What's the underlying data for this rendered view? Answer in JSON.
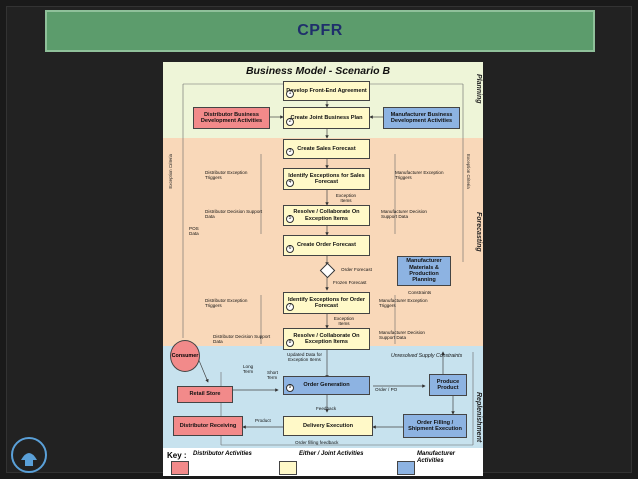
{
  "slide": {
    "title": "CPFR"
  },
  "diagram": {
    "title": "Business Model - Scenario B",
    "zones": {
      "planning": "Planning",
      "forecasting": "Forecasting",
      "replenishment": "Replenishment",
      "exception_left": "Exception Criteria",
      "exception_right": "Exception Criteria"
    },
    "steps": [
      {
        "num": "1",
        "label": "Develop Front-End Agreement"
      },
      {
        "num": "2",
        "label": "Create Joint Business Plan"
      },
      {
        "num": "3",
        "label": "Create Sales Forecast"
      },
      {
        "num": "4",
        "label": "Identify Exceptions for Sales Forecast"
      },
      {
        "num": "5",
        "label": "Resolve / Collaborate On Exception Items"
      },
      {
        "num": "6",
        "label": "Create Order Forecast"
      },
      {
        "num": "7",
        "label": "Identify Exceptions for Order Forecast"
      },
      {
        "num": "8",
        "label": "Resolve / Collaborate On Exception Items"
      },
      {
        "num": "9",
        "label": "Order Generation"
      }
    ],
    "boxes": {
      "dist_bd": "Distributor Business Development Activities",
      "mfr_bd": "Manufacturer Business Development Activities",
      "mfr_mpp": "Manufacturer Materials & Production Planning",
      "produce": "Produce Product",
      "retail": "Retail Store",
      "dist_recv": "Distributor Receiving",
      "delivery": "Delivery Execution",
      "order_fill": "Order Filling / Shipment Execution",
      "consumer": "Consumer"
    },
    "labels": {
      "dist_exc_trig1": "Distributor Exception Triggers",
      "mfr_exc_trig1": "Manufacturer Exception Triggers",
      "exc_items1": "Exception Items",
      "dist_dec1": "Distributor Decision Support Data",
      "mfr_dec1": "Manufacturer Decision Support Data",
      "pos": "POS Data",
      "order_fc": "Order Forecast",
      "frozen": "Frozen Forecast",
      "constraints": "Constraints",
      "dist_exc_trig2": "Distributor Exception Triggers",
      "mfr_exc_trig2": "Manufacturer Exception Triggers",
      "exc_items2": "Exception Items",
      "dist_dec2": "Distributor Decision Support Data",
      "mfr_dec2": "Manufacturer Decision Support Data",
      "updated": "Updated Data for Exception Items",
      "unresolved": "Unresolved Supply Constraints",
      "long_term": "Long Term",
      "short_term": "Short Term",
      "order_po": "Order / PO",
      "feedback": "Feedback",
      "product": "Product",
      "fill_fb": "Order filling feedback"
    },
    "key": {
      "title": "Key :",
      "items": [
        {
          "label": "Distributor Activities",
          "color": "#f28a8a"
        },
        {
          "label": "Either / Joint Activities",
          "color": "#fff9c8"
        },
        {
          "label": "Manufacturer Activities",
          "color": "#8db3e2"
        }
      ]
    }
  }
}
